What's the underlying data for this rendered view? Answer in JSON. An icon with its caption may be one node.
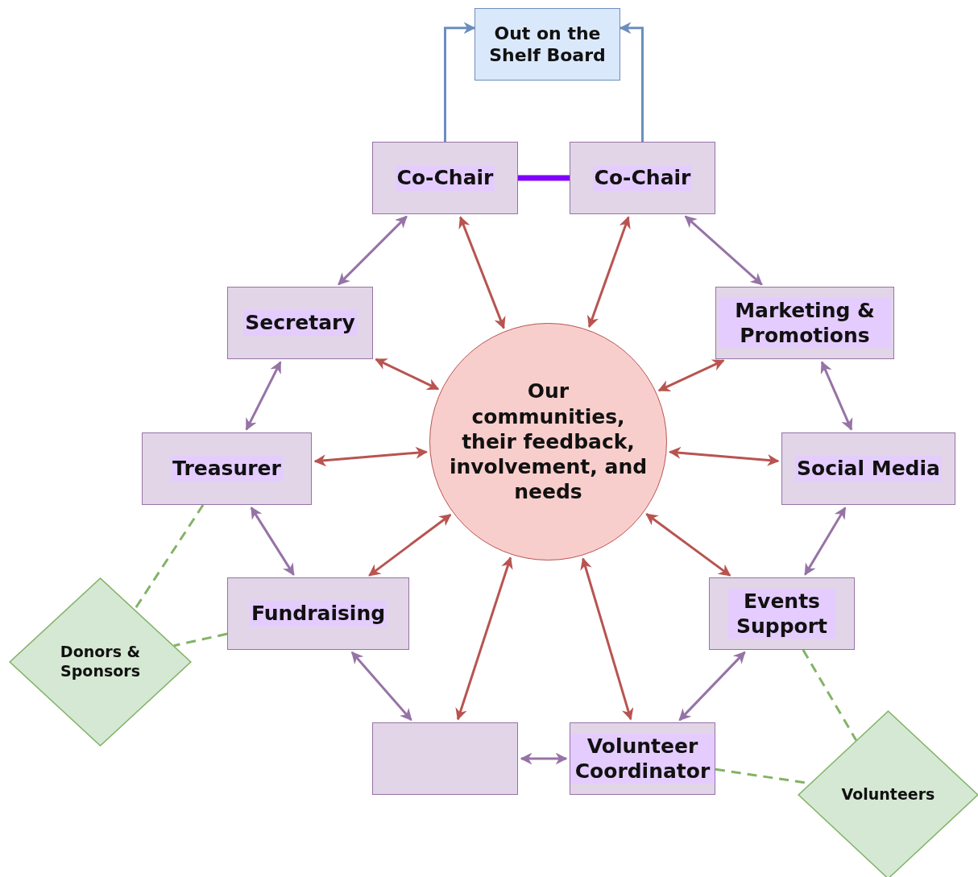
{
  "diagram": {
    "nodes": [
      {
        "text": [
          "Out on the Shelf Board"
        ]
      },
      {
        "text": [
          "Co-Chair"
        ]
      },
      {
        "text": [
          "Co-Chair"
        ]
      },
      {
        "text": [
          "Secretary"
        ]
      },
      {
        "text": [
          "Marketing & Promotions"
        ]
      },
      {
        "text": [
          "Treasurer"
        ]
      },
      {
        "text": [
          "Our communities, their feedback, involvement, and needs"
        ]
      },
      {
        "text": [
          "Social Media"
        ]
      },
      {
        "text": [
          "Fundraising"
        ]
      },
      {
        "text": [
          "Events Support"
        ]
      },
      {
        "text": [
          "Donors & Sponsors"
        ]
      },
      {
        "text": [],
        "shape": "box"
      },
      {
        "text": [
          "Volunteer Coordinator"
        ]
      },
      {
        "text": [
          "Volunteers"
        ]
      }
    ],
    "edges": [
      {
        "from": 1,
        "to": 0,
        "arrow": "to",
        "color": "#6c8ebf"
      },
      {
        "from": 2,
        "to": 0,
        "arrow": "to",
        "color": "#6c8ebf"
      },
      {
        "from": 1,
        "to": 2,
        "arrow": "none",
        "style": "thick",
        "color": "#7f00ff"
      },
      {
        "from": 1,
        "to": 3,
        "arrow": "both",
        "color": "#9673a6"
      },
      {
        "from": 2,
        "to": 4,
        "arrow": "both",
        "color": "#9673a6"
      },
      {
        "from": 3,
        "to": 5,
        "arrow": "both",
        "color": "#9673a6"
      },
      {
        "from": 4,
        "to": 7,
        "arrow": "both",
        "color": "#9673a6"
      },
      {
        "from": 5,
        "to": 8,
        "arrow": "both",
        "color": "#9673a6"
      },
      {
        "from": 7,
        "to": 9,
        "arrow": "both",
        "color": "#9673a6"
      },
      {
        "from": 8,
        "to": 11,
        "arrow": "both",
        "color": "#9673a6"
      },
      {
        "from": 9,
        "to": 12,
        "arrow": "both",
        "color": "#9673a6"
      },
      {
        "from": 11,
        "to": 12,
        "arrow": "both",
        "color": "#9673a6"
      },
      {
        "from": 6,
        "to": 1,
        "arrow": "both",
        "color": "#b85450"
      },
      {
        "from": 6,
        "to": 2,
        "arrow": "both",
        "color": "#b85450"
      },
      {
        "from": 6,
        "to": 3,
        "arrow": "both",
        "color": "#b85450"
      },
      {
        "from": 6,
        "to": 4,
        "arrow": "both",
        "color": "#b85450"
      },
      {
        "from": 6,
        "to": 5,
        "arrow": "both",
        "color": "#b85450"
      },
      {
        "from": 6,
        "to": 7,
        "arrow": "both",
        "color": "#b85450"
      },
      {
        "from": 6,
        "to": 8,
        "arrow": "both",
        "color": "#b85450"
      },
      {
        "from": 6,
        "to": 9,
        "arrow": "both",
        "color": "#b85450"
      },
      {
        "from": 6,
        "to": 11,
        "arrow": "both",
        "color": "#b85450"
      },
      {
        "from": 6,
        "to": 12,
        "arrow": "both",
        "color": "#b85450"
      },
      {
        "from": 5,
        "to": 10,
        "arrow": "none",
        "style": "dashed",
        "color": "#82b366"
      },
      {
        "from": 8,
        "to": 10,
        "arrow": "none",
        "style": "dashed",
        "color": "#82b366"
      },
      {
        "from": 9,
        "to": 13,
        "arrow": "none",
        "style": "dashed",
        "color": "#82b366"
      },
      {
        "from": 12,
        "to": 13,
        "arrow": "none",
        "style": "dashed",
        "color": "#82b366"
      }
    ]
  }
}
